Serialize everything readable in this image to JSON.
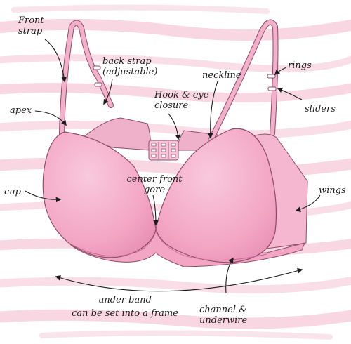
{
  "diagram": {
    "labels": {
      "front_strap": [
        "Front",
        "strap"
      ],
      "back_strap": [
        "back strap",
        "(adjustable)"
      ],
      "neckline": "neckline",
      "rings": "rings",
      "sliders": "sliders",
      "hook_eye": [
        "Hook & eye",
        "closure"
      ],
      "apex": "apex",
      "center_gore": [
        "center front",
        "gore"
      ],
      "cup": "cup",
      "wings": "wings",
      "under_band": [
        "under band",
        "can be set into a frame"
      ],
      "channel": [
        "channel &",
        "underwire"
      ]
    },
    "colors": {
      "fabric": "#f3a6c4",
      "fabric_light": "#f8c3d8",
      "fabric_shadow": "#e58db1",
      "inner": "#efb0c9",
      "strap": "#f3b0cb",
      "outline": "#8c4d68",
      "brush": "#f6c9d9",
      "text": "#1c1c1c"
    }
  }
}
